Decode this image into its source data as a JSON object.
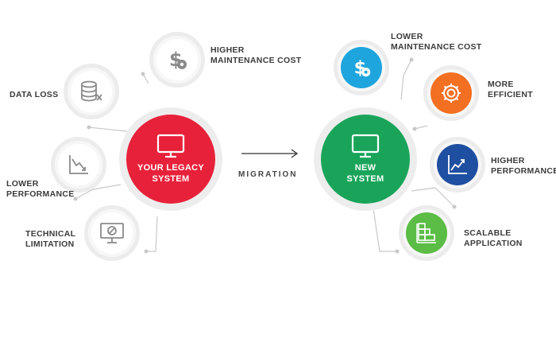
{
  "legacy": {
    "title": "YOUR LEGACY\nSYSTEM",
    "color": "#e8213a",
    "items": [
      {
        "label": "DATA LOSS",
        "icon": "database-x-icon"
      },
      {
        "label": "HIGHER\nMAINTENANCE COST",
        "icon": "dollar-gear-icon"
      },
      {
        "label": "LOWER\nPERFORMANCE",
        "icon": "chart-down-icon"
      },
      {
        "label": "TECHNICAL\nLIMITATION",
        "icon": "monitor-blocked-icon"
      }
    ]
  },
  "migration_label": "MIGRATION",
  "new_system": {
    "title": "NEW\nSYSTEM",
    "color": "#19a45a",
    "items": [
      {
        "label": "LOWER\nMAINTENANCE COST",
        "icon": "dollar-gear-icon",
        "color": "#1ea5dd"
      },
      {
        "label": "MORE\nEFFICIENT",
        "icon": "gear-icon",
        "color": "#f36f21"
      },
      {
        "label": "HIGHER\nPERFORMANCE",
        "icon": "chart-up-icon",
        "color": "#1f4fa0"
      },
      {
        "label": "SCALABLE\nAPPLICATION",
        "icon": "grid-blocks-icon",
        "color": "#5bbd45"
      }
    ]
  },
  "colors": {
    "icon_gray": "#8a8a8a",
    "connector": "#bdbdbd",
    "halo": "#ececec"
  }
}
